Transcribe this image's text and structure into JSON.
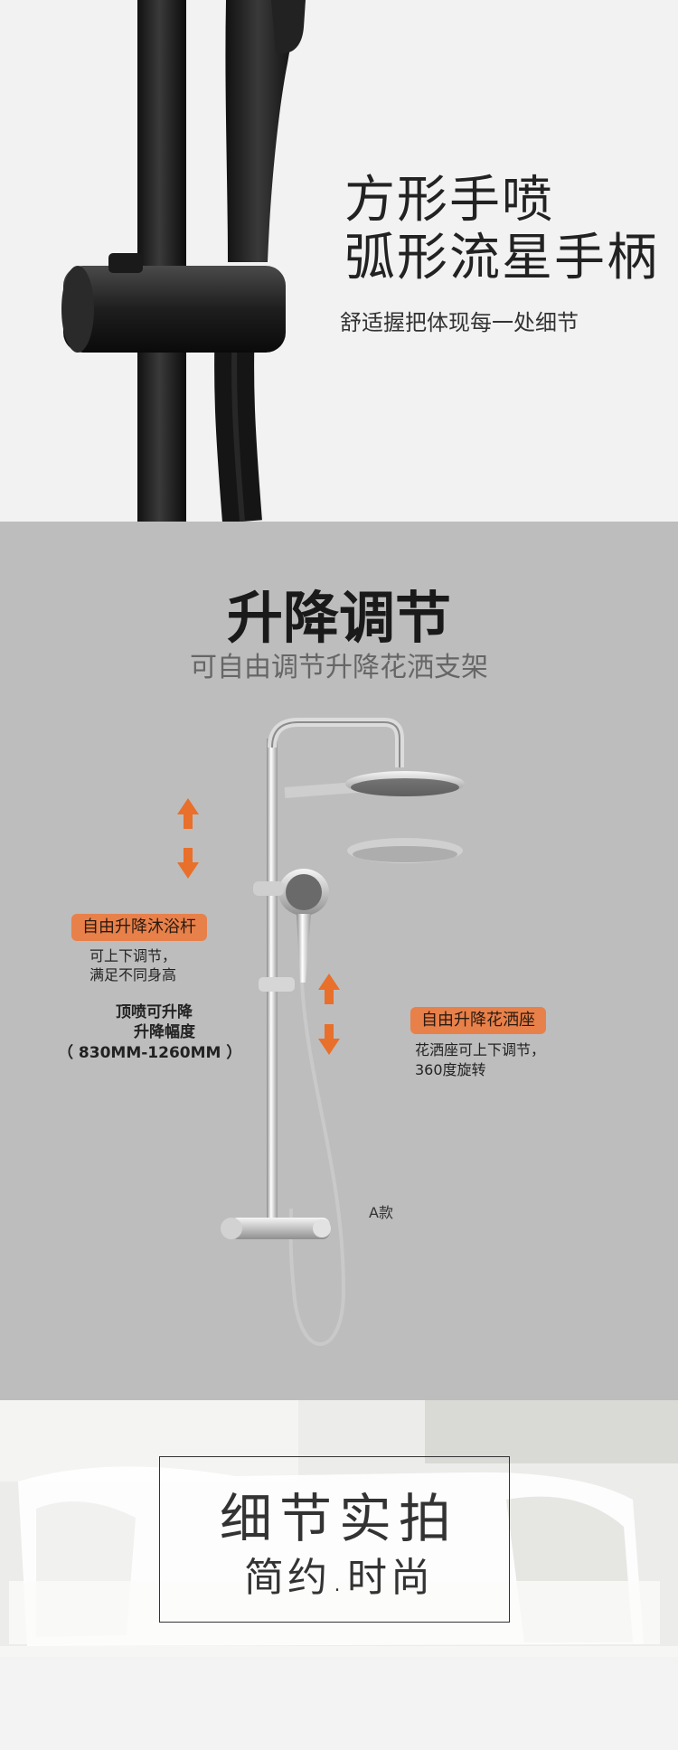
{
  "section_handheld": {
    "title_line1": "方形手喷",
    "title_line2": "弧形流星手柄",
    "subtitle": "舒适握把体现每一处细节"
  },
  "section_lift": {
    "title": "升降调节",
    "subtitle": "可自由调节升降花洒支架",
    "rod_tag": "自由升降沐浴杆",
    "rod_desc_line1": "可上下调节，",
    "rod_desc_line2": "满足不同身高",
    "range_line1": "顶喷可升降",
    "range_line2": "升降幅度",
    "range_line3": "（ 830MM-1260MM ）",
    "holder_tag": "自由升降花洒座",
    "holder_desc_line1": "花洒座可上下调节，",
    "holder_desc_line2": "360度旋转",
    "model_label": "A款",
    "colors": {
      "accent": "#e8804a",
      "arrow": "#e8702a"
    }
  },
  "section_detail": {
    "title": "细节实拍",
    "subtitle": "简约.时尚"
  }
}
